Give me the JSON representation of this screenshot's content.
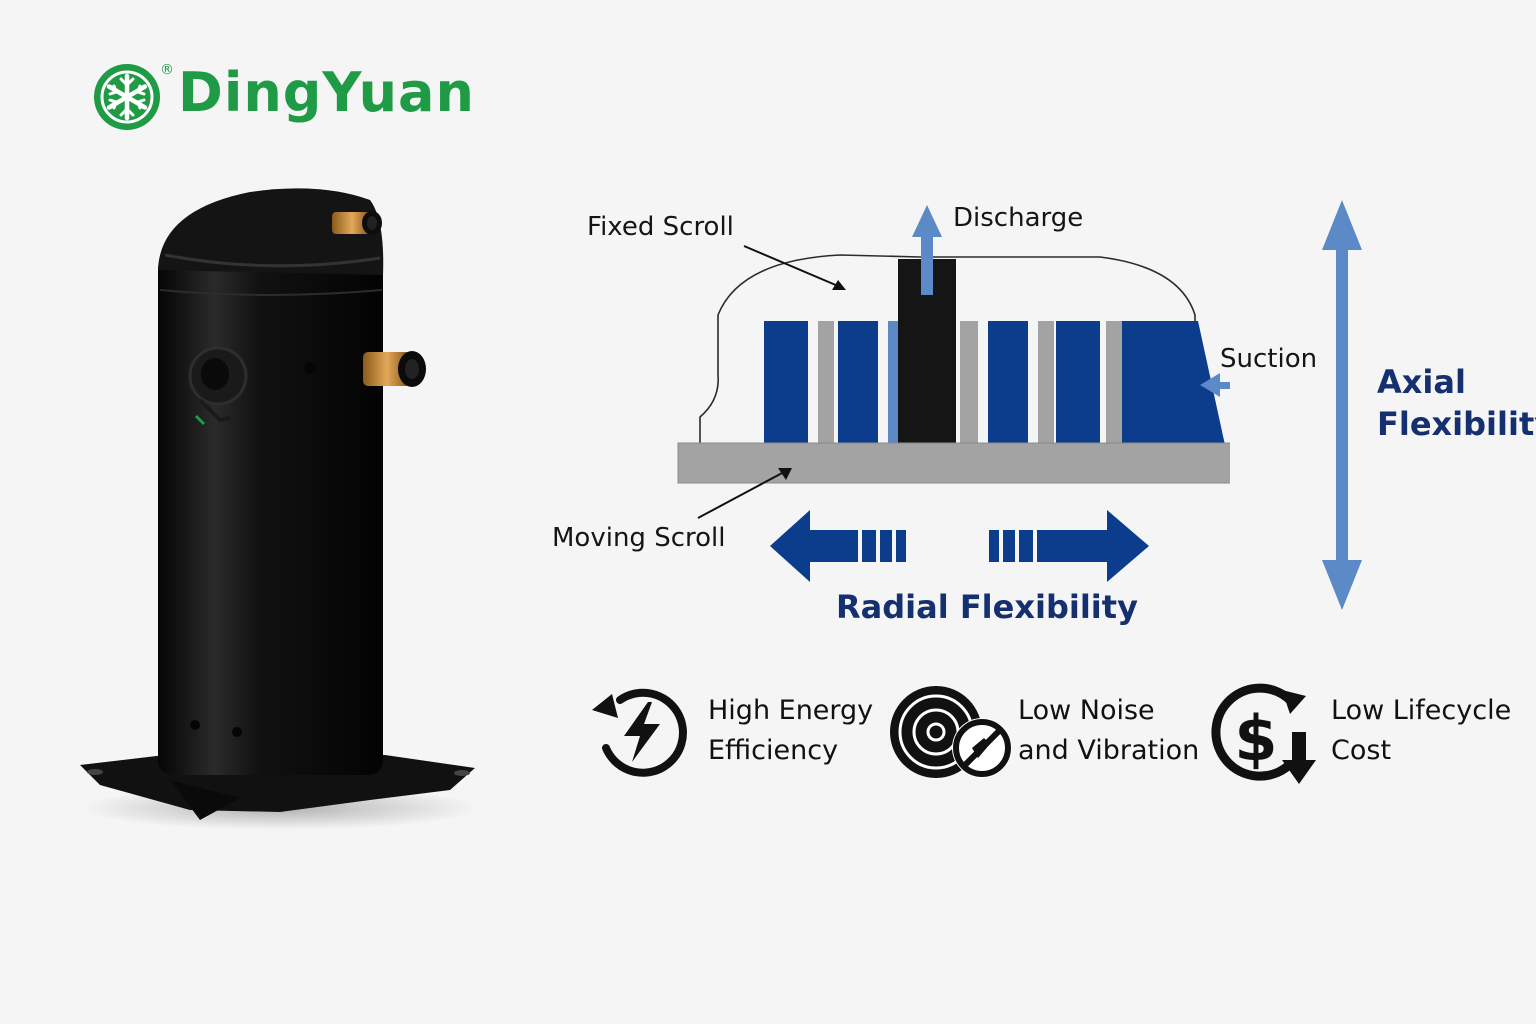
{
  "brand": {
    "name": "DingYuan",
    "registered_mark": "®",
    "color": "#1f9a45"
  },
  "product": {
    "icon": "scroll-compressor-image"
  },
  "diagram": {
    "fixed_scroll_label": "Fixed Scroll",
    "discharge_label": "Discharge",
    "suction_label": "Suction",
    "moving_scroll_label": "Moving Scroll",
    "radial_label": "Radial Flexibility",
    "axial_label_line1": "Axial",
    "axial_label_line2": "Flexibility",
    "colors": {
      "scroll_blue": "#0b3d8c",
      "plate_gray": "#a3a3a3",
      "arrow_light_blue": "#5b8ac6",
      "title_navy": "#15306e"
    }
  },
  "features": [
    {
      "icon": "energy-bolt-icon",
      "line1": "High Energy",
      "line2": "Efficiency"
    },
    {
      "icon": "noise-vibration-icon",
      "line1": "Low Noise",
      "line2": "and Vibration"
    },
    {
      "icon": "dollar-down-icon",
      "line1": "Low Lifecycle",
      "line2": "Cost"
    }
  ]
}
